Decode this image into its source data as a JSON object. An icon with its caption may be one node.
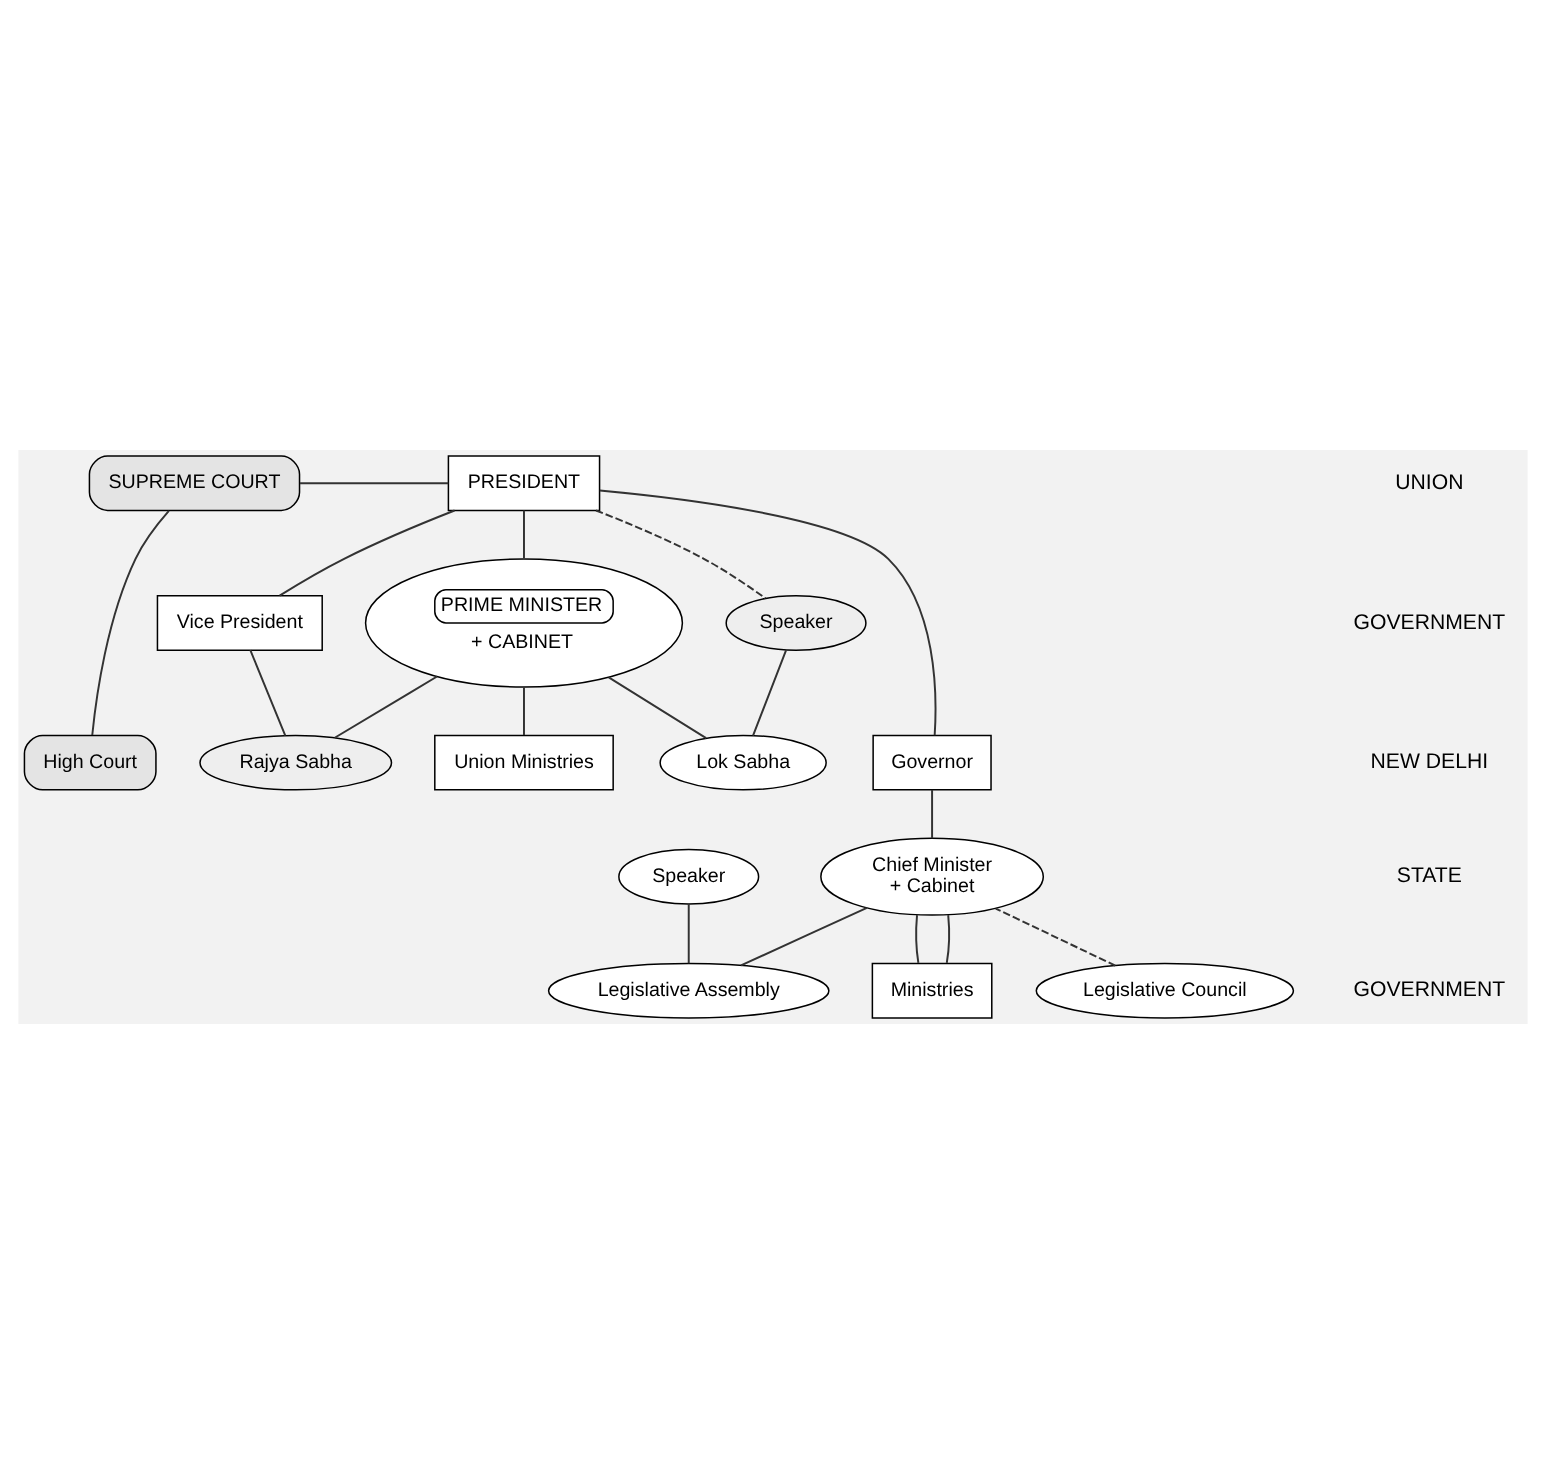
{
  "diagram": {
    "nodes": [
      {
        "text": [
          "SUPREME COURT"
        ]
      },
      {
        "text": [
          "PRESIDENT"
        ]
      },
      {
        "text": [
          "Vice President"
        ]
      },
      {
        "text": [
          "PRIME MINISTER",
          "+ CABINET"
        ]
      },
      {
        "text": [
          "Speaker"
        ]
      },
      {
        "text": [
          "Rajya Sabha"
        ]
      },
      {
        "text": [
          "Lok Sabha"
        ]
      },
      {
        "text": [
          "Union Ministries"
        ]
      },
      {
        "text": [
          "High Court"
        ]
      },
      {
        "text": [
          "Governor"
        ]
      },
      {
        "text": [
          "Speaker"
        ]
      },
      {
        "text": [
          "Chief Minister",
          "+ Cabinet"
        ]
      },
      {
        "text": [
          "Legislative Council"
        ]
      },
      {
        "text": [
          "Legislative Assembly"
        ]
      },
      {
        "text": [
          "Ministries"
        ]
      }
    ],
    "edges": [
      {
        "from": 0,
        "to": 1,
        "arrow": "none"
      },
      {
        "from": 1,
        "to": 3,
        "arrow": "none"
      },
      {
        "from": 1,
        "to": 2,
        "arrow": "none"
      },
      {
        "from": 1,
        "to": 4,
        "arrow": "none",
        "style": "dashed"
      },
      {
        "from": 2,
        "to": 5,
        "arrow": "none"
      },
      {
        "from": 5,
        "to": 3,
        "arrow": "none"
      },
      {
        "from": 4,
        "to": 6,
        "arrow": "none"
      },
      {
        "from": 3,
        "to": 6,
        "arrow": "none"
      },
      {
        "from": 3,
        "to": 7,
        "arrow": "none"
      },
      {
        "from": 0,
        "to": 8,
        "arrow": "none"
      },
      {
        "from": 1,
        "to": 9,
        "arrow": "none"
      },
      {
        "from": 9,
        "to": 11,
        "arrow": "none"
      },
      {
        "from": 10,
        "to": 13,
        "arrow": "none"
      },
      {
        "from": 12,
        "to": 11,
        "arrow": "none",
        "style": "dashed"
      },
      {
        "from": 11,
        "to": 13,
        "arrow": "none"
      },
      {
        "from": 11,
        "to": 14,
        "arrow": "none"
      },
      {
        "from": 11,
        "to": 14,
        "arrow": "none"
      }
    ],
    "labels": [
      "UNION",
      "GOVERNMENT",
      "NEW DELHI",
      "STATE",
      "GOVERNMENT"
    ]
  }
}
